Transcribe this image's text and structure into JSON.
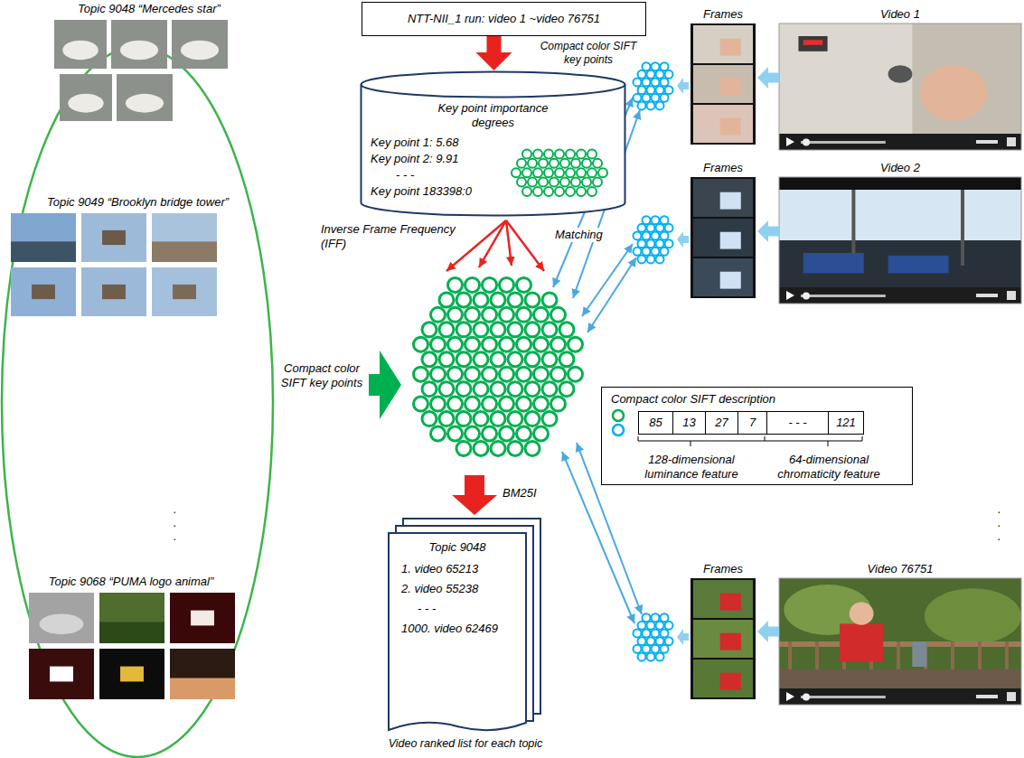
{
  "diagram": {
    "nodes": [
      {
        "text": [
          "NTT-NII_1 run: video 1 ~video 76751"
        ]
      },
      {
        "text": [
          "Key point importance degrees",
          "Key point 1: 5.68",
          "Key point 2: 9.91",
          "- - -",
          "Key point 183398:0"
        ]
      },
      {
        "text": [
          "Topic 9048 “Mercedes star”"
        ]
      },
      {
        "text": [
          "Topic 9049 “Brooklyn bridge tower”"
        ]
      },
      {
        "text": [
          "Topic 9068 “PUMA logo animal”"
        ]
      },
      {
        "text": [
          "Frames"
        ]
      },
      {
        "text": [
          "Video 1"
        ]
      },
      {
        "text": [
          "Frames"
        ]
      },
      {
        "text": [
          "Video 2"
        ]
      },
      {
        "text": [
          "Compact color SIFT description",
          "128-dimensional luminance feature",
          "64-dimensional chromaticity feature"
        ]
      },
      {
        "text": [
          "85"
        ],
        "in": 9
      },
      {
        "text": [
          "13"
        ],
        "in": 9
      },
      {
        "text": [
          "27"
        ],
        "in": 9
      },
      {
        "text": [
          "7"
        ],
        "in": 9
      },
      {
        "text": [
          "- - -"
        ],
        "in": 9
      },
      {
        "text": [
          "121"
        ],
        "in": 9
      },
      {
        "text": [
          "Frames"
        ]
      },
      {
        "text": [
          "Video 76751"
        ]
      },
      {
        "text": [
          "Topic 9048",
          "1. video 65213",
          "2. video 55238",
          "- - -",
          "1000. video 62469",
          "Video ranked list for each topic"
        ]
      }
    ],
    "edges": [
      {
        "from": 0,
        "to": 1,
        "arrow": "to"
      },
      {
        "from": 6,
        "to": 5,
        "arrow": "to"
      },
      {
        "from": 8,
        "to": 7,
        "arrow": "to"
      },
      {
        "from": 17,
        "to": 16,
        "arrow": "to"
      }
    ],
    "labels": [
      "Inverse Frame Frequency (IFF)",
      "Compact color SIFT key points",
      "Compact color SIFT key points",
      "Matching",
      "BM25I",
      ".",
      ".",
      ".",
      ".",
      ".",
      "."
    ]
  }
}
